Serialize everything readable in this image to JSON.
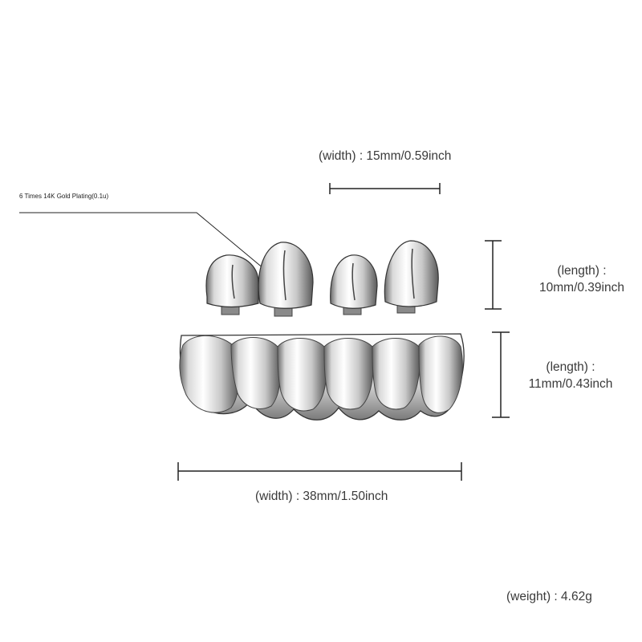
{
  "annotations": {
    "top_width": "(width) : 15mm/0.59inch",
    "callout": "6 Times  14K  Gold  Plating(0.1u)",
    "top_length_title": "(length) :",
    "top_length_value": "10mm/0.39inch",
    "bottom_length_title": "(length) :",
    "bottom_length_value": "11mm/0.43inch",
    "bottom_width": "(width) : 38mm/1.50inch",
    "weight": "(weight) : 4.62g"
  },
  "colors": {
    "dimension_line": "#222222",
    "metal_light": "#f2f2f2",
    "metal_mid": "#b8b8b8",
    "metal_dark": "#5a5a5a"
  }
}
